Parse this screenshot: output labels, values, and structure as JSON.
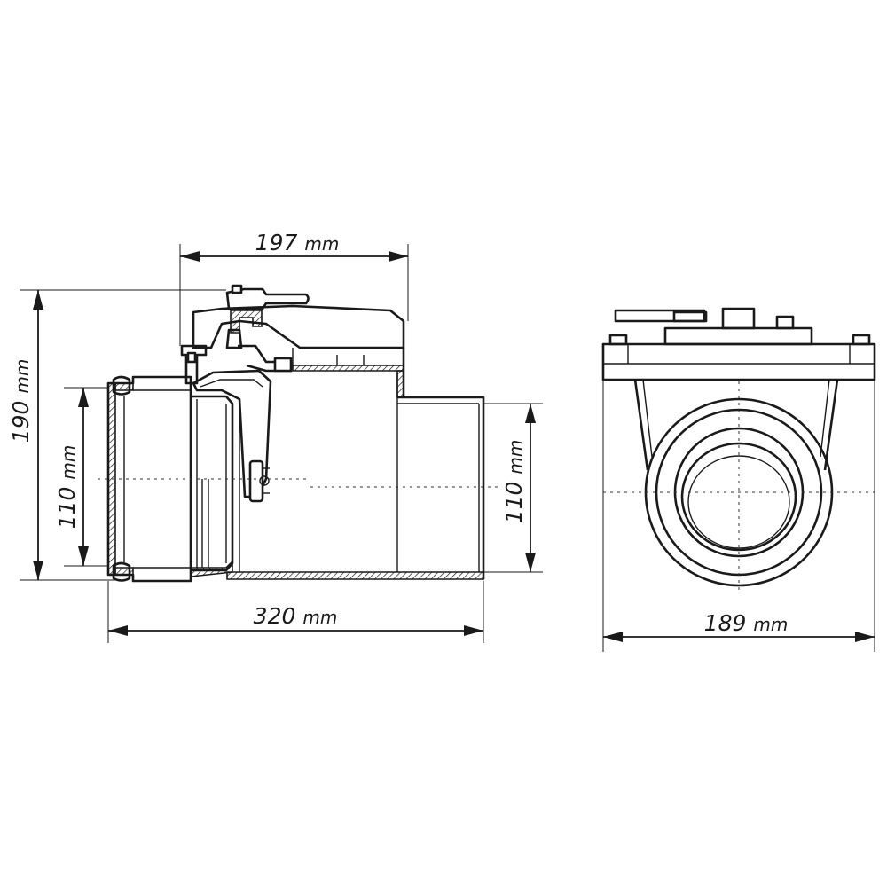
{
  "dimensions": {
    "top_width": "197",
    "height": "190",
    "inlet_diameter": "110",
    "outlet_diameter": "110",
    "length": "320",
    "side_width": "189",
    "unit": "mm"
  },
  "colors": {
    "line": "#1a1a1a",
    "background": "#ffffff"
  }
}
